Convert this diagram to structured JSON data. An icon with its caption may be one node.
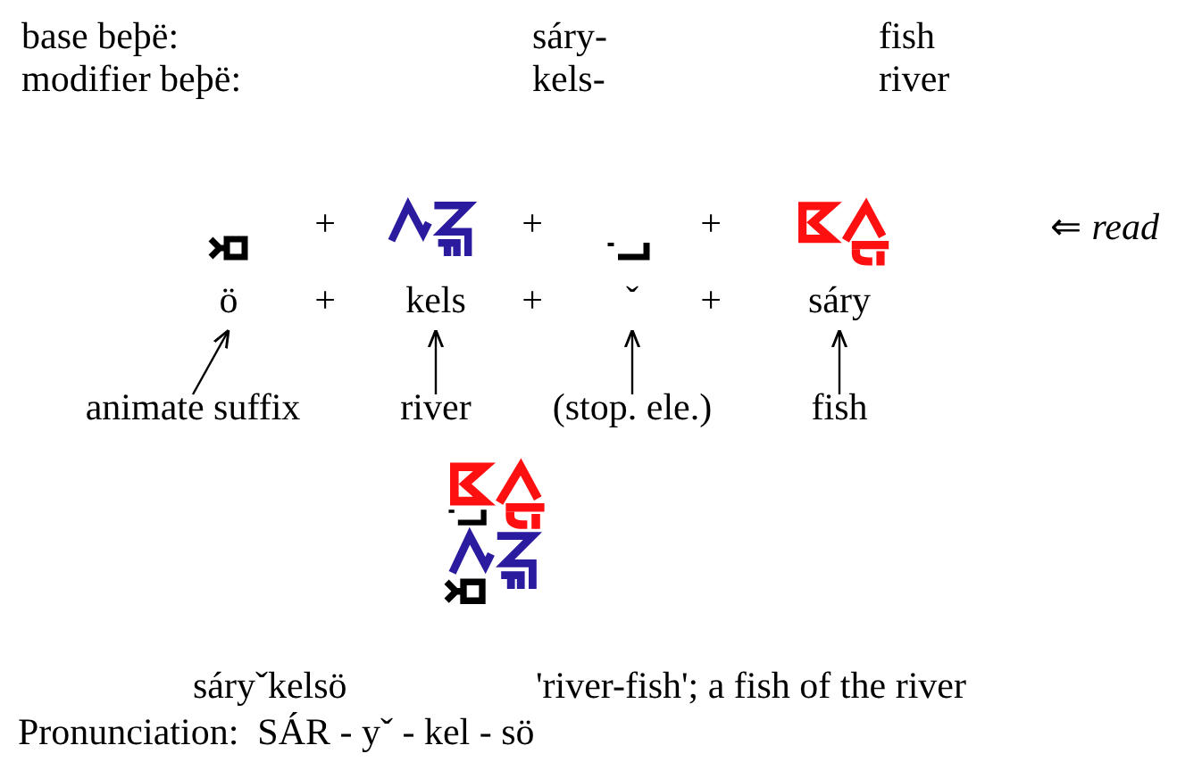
{
  "diagram": {
    "nodes": [
      {
        "text": [
          "ö"
        ]
      },
      {
        "text": [
          "kels"
        ]
      },
      {
        "text": [
          "ˇ"
        ]
      },
      {
        "text": [
          "sáry"
        ]
      },
      {
        "text": [
          "animate suffix"
        ]
      },
      {
        "text": [
          "river"
        ]
      },
      {
        "text": [
          "(stop. ele.)"
        ]
      },
      {
        "text": [
          "fish"
        ]
      }
    ],
    "edges": [
      {
        "from": 4,
        "to": 0,
        "arrow": "to"
      },
      {
        "from": 5,
        "to": 1,
        "arrow": "to"
      },
      {
        "from": 6,
        "to": 2,
        "arrow": "to"
      },
      {
        "from": 7,
        "to": 3,
        "arrow": "to"
      }
    ],
    "labels": [
      "base beþë:",
      "sáry-",
      "fish",
      "modifier beþë:",
      "kels-",
      "river",
      "+",
      "+",
      "+",
      "⇐ *read*",
      "+",
      "+",
      "+",
      "sáryˇkelsö",
      "'river-fish'; a fish of the river",
      "Pronunciation:  SÁR - yˇ - kel - sö"
    ]
  }
}
